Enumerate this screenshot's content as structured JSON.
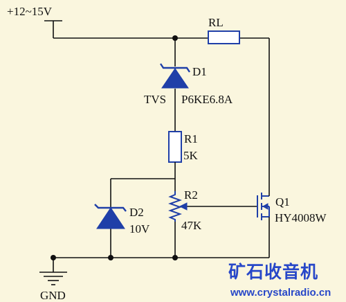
{
  "supply": {
    "label": "+12~15V"
  },
  "ground": {
    "label": "GND"
  },
  "components": {
    "rl": {
      "label": "RL"
    },
    "d1": {
      "ref": "D1",
      "type": "TVS",
      "part": "P6KE6.8A"
    },
    "r1": {
      "ref": "R1",
      "value": "5K"
    },
    "r2": {
      "ref": "R2",
      "value": "47K"
    },
    "d2": {
      "ref": "D2",
      "value": "10V"
    },
    "q1": {
      "ref": "Q1",
      "part": "HY4008W"
    }
  },
  "watermark": {
    "title": "矿石收音机",
    "url": "www.crystalradio.cn"
  },
  "colors": {
    "background": "#faf6de",
    "component": "#1f3fa8",
    "wire": "#101010",
    "watermark": "#2747c8"
  }
}
